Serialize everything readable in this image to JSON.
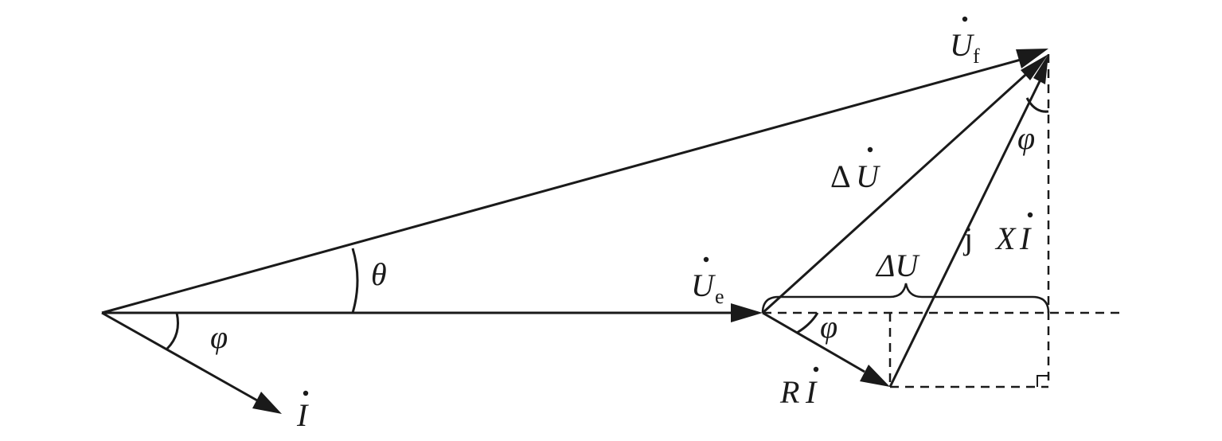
{
  "diagram": {
    "labels": {
      "uf_symbol": "U",
      "uf_subscript": "f",
      "ue_symbol": "U",
      "ue_subscript": "e",
      "current_symbol": "I",
      "delta_u_vector_prefix": "Δ",
      "delta_u_vector_symbol": "U",
      "delta_u_scalar": "ΔU",
      "theta": "θ",
      "phi_origin": "φ",
      "phi_ue": "φ",
      "phi_top": "φ",
      "ri_coef": "R",
      "ri_symbol": "I",
      "jxi_j": "j",
      "jxi_coef": "X",
      "jxi_symbol": "I"
    }
  }
}
